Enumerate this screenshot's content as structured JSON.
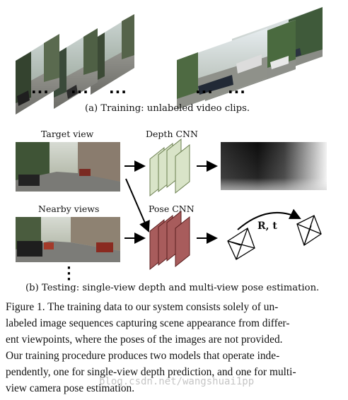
{
  "panel_a": {
    "clip_dots": [
      "...",
      "...",
      "...",
      "...",
      "..."
    ],
    "caption": "(a) Training: unlabeled video clips."
  },
  "panel_b": {
    "target_view_label": "Target view",
    "nearby_views_label": "Nearby views",
    "depth_cnn_label": "Depth CNN",
    "pose_cnn_label": "Pose CNN",
    "pose_symbol": "R, t",
    "caption": "(b) Testing: single-view depth and multi-view pose estimation."
  },
  "figure_caption": {
    "lines": [
      "Figure 1. The training data to our system consists solely of un-",
      "labeled image sequences capturing scene appearance from differ-",
      "ent viewpoints, where the poses of the images are not provided.",
      "Our training procedure produces two models that operate inde-",
      "pendently, one for single-view depth prediction, and one for multi-",
      "view camera pose estimation."
    ]
  },
  "watermark": "blog.csdn.net/wangshuai1pp",
  "colors": {
    "depth_cnn_fill": "#d9e4c8",
    "depth_cnn_stroke": "#6b7f50",
    "pose_cnn_fill": "#a85c5c",
    "pose_cnn_stroke": "#5a1e1e"
  }
}
